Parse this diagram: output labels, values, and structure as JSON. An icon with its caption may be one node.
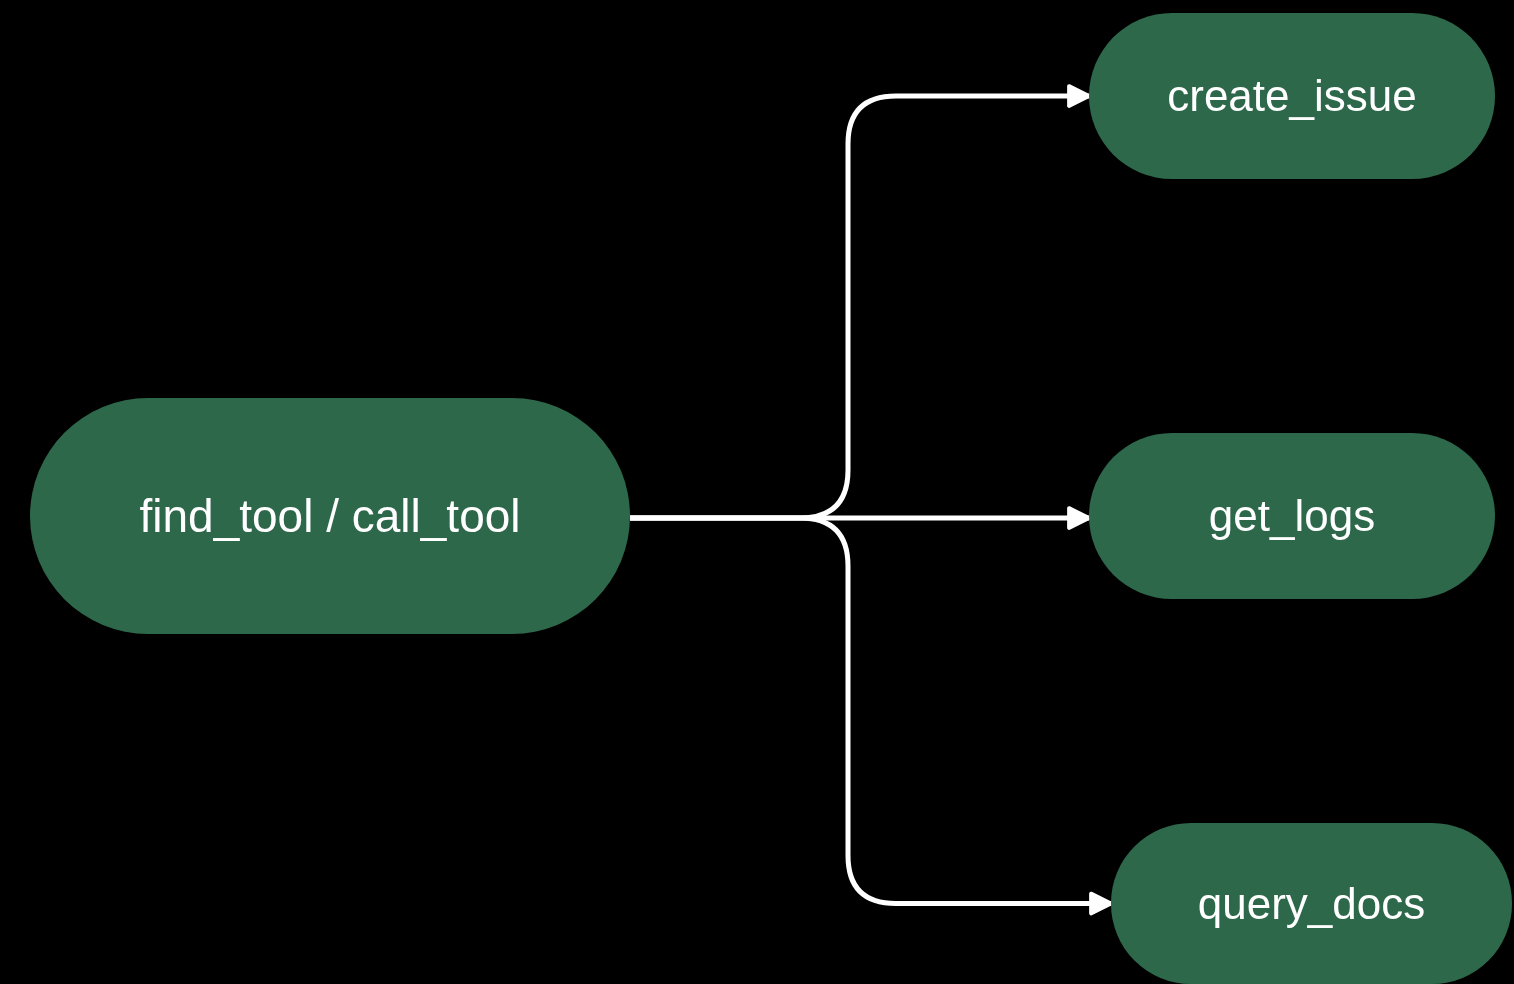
{
  "diagram": {
    "nodes": [
      {
        "text": [
          "find_tool / call_tool"
        ]
      },
      {
        "text": [
          "create_issue"
        ]
      },
      {
        "text": [
          "get_logs"
        ]
      },
      {
        "text": [
          "query_docs"
        ]
      }
    ],
    "edges": [
      {
        "from": 0,
        "to": 1,
        "arrow": "to"
      },
      {
        "from": 0,
        "to": 2,
        "arrow": "to"
      },
      {
        "from": 0,
        "to": 3,
        "arrow": "to"
      }
    ]
  }
}
